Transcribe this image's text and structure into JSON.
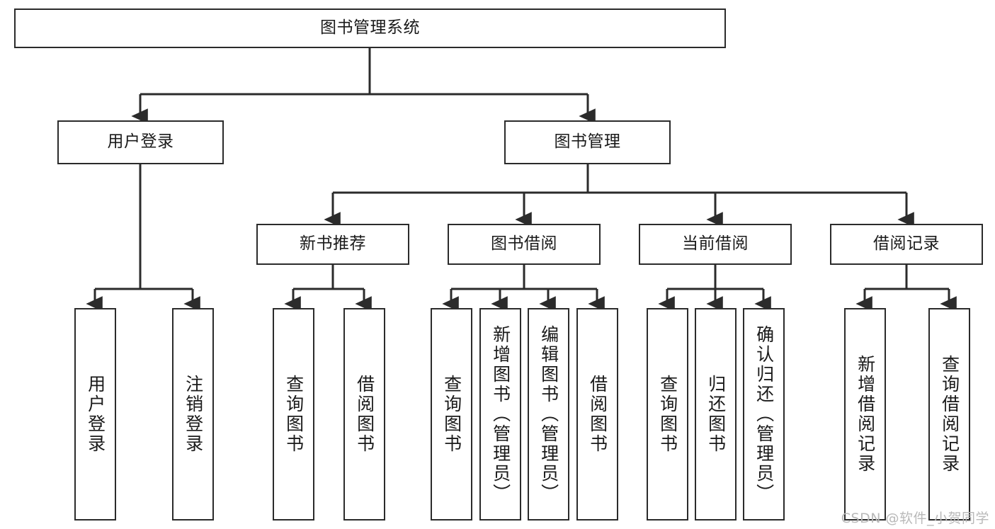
{
  "diagram": {
    "title": "图书管理系统",
    "type": "tree-hierarchy-chart",
    "orientation": "top-down",
    "line_color": "#2b2b2b",
    "box_fill": "#ffffff",
    "text_color": "#1a1a1a"
  },
  "watermark": {
    "text": "CSDN @软件_小贺同学",
    "color": "#b9b9b9"
  },
  "nodes": {
    "root": {
      "label": "图书管理系统"
    },
    "level2": [
      {
        "label": "用户登录"
      },
      {
        "label": "图书管理"
      }
    ],
    "level3": [
      {
        "label": "新书推荐"
      },
      {
        "label": "图书借阅"
      },
      {
        "label": "当前借阅"
      },
      {
        "label": "借阅记录"
      }
    ],
    "leaves": {
      "user_login": [
        {
          "label": "用户登录"
        },
        {
          "label": "注销登录"
        }
      ],
      "new_book_recommend": [
        {
          "label": "查询图书"
        },
        {
          "label": "借阅图书"
        }
      ],
      "book_borrow": [
        {
          "label": "查询图书"
        },
        {
          "label": "新增图书（管理员）"
        },
        {
          "label": "编辑图书（管理员）"
        },
        {
          "label": "借阅图书"
        }
      ],
      "current_borrow": [
        {
          "label": "查询图书"
        },
        {
          "label": "归还图书"
        },
        {
          "label": "确认归还（管理员）"
        }
      ],
      "borrow_record": [
        {
          "label": "新增借阅记录"
        },
        {
          "label": "查询借阅记录"
        }
      ]
    }
  }
}
